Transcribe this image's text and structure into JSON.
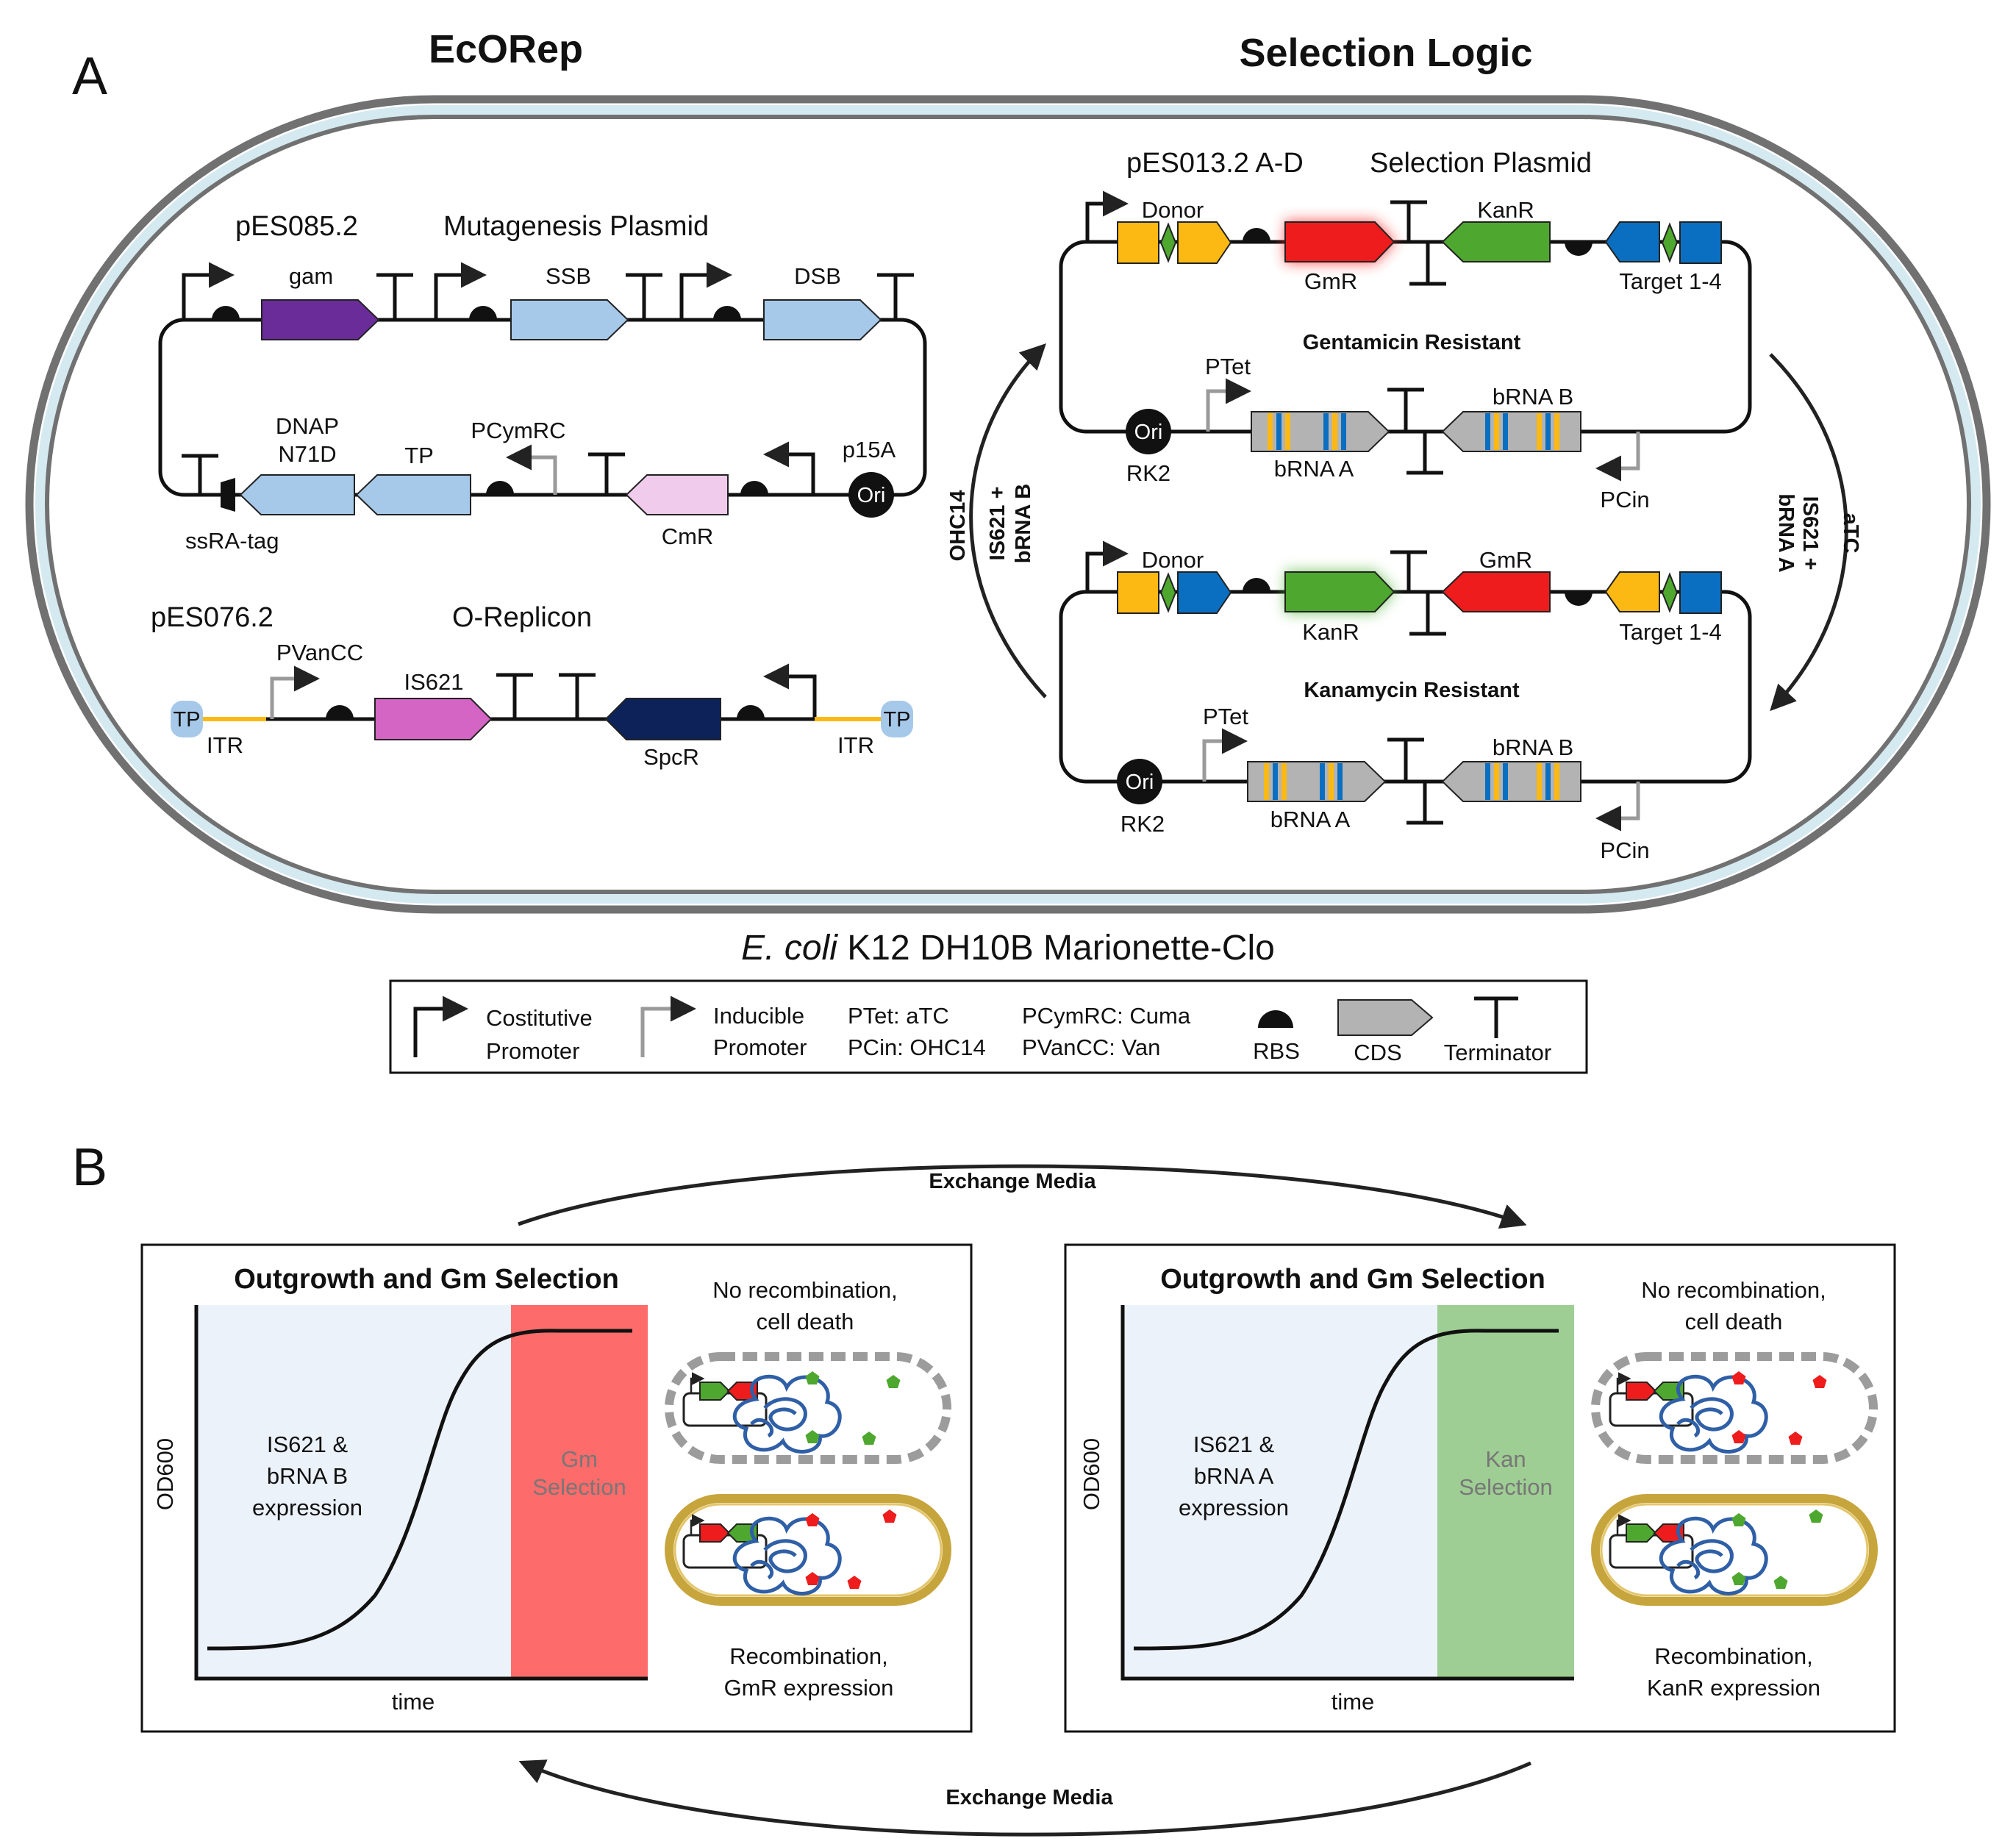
{
  "panels": {
    "a": "A",
    "b": "B"
  },
  "ecorep": {
    "title": "EcORep",
    "chassis": {
      "italic": "E. coli",
      "rest": " K12 DH10B Marionette-Clo"
    },
    "mutagenesis": {
      "name": "pES085.2",
      "title": "Mutagenesis Plasmid",
      "gam": "gam",
      "ssb": "SSB",
      "dsb": "DSB",
      "dnap1": "DNAP",
      "dnap2": "N71D",
      "tp": "TP",
      "pcym": "PCymRC",
      "cmr": "CmR",
      "ssra": "ssRA-tag",
      "p15a": "p15A",
      "ori": "Ori"
    },
    "replicon": {
      "name": "pES076.2",
      "title": "O-Replicon",
      "pvan": "PVanCC",
      "is621": "IS621",
      "spcr": "SpcR",
      "itr_l": "ITR",
      "itr_r": "ITR",
      "tp_l": "TP",
      "tp_r": "TP"
    }
  },
  "selection": {
    "title": "Selection Logic",
    "top": {
      "name": "pES013.2 A-D",
      "title": "Selection Plasmid",
      "donor": "Donor",
      "gmr": "GmR",
      "kanr": "KanR",
      "target": "Target 1-4",
      "status": "Gentamicin Resistant",
      "status_color": "#e31a1c",
      "ptet": "PTet",
      "ori": "Ori",
      "rk2": "RK2",
      "brna_a": "bRNA A",
      "brna_b": "bRNA B",
      "pcin": "PCin"
    },
    "bottom": {
      "donor": "Donor",
      "kanr": "KanR",
      "gmr": "GmR",
      "target": "Target 1-4",
      "status": "Kanamycin Resistant",
      "status_color": "#3a9a32",
      "ptet": "PTet",
      "ori": "Ori",
      "rk2": "RK2",
      "brna_a": "bRNA A",
      "brna_b": "bRNA B",
      "pcin": "PCin"
    },
    "arrows": {
      "left_1": "OHC14",
      "left_2": "IS621 +",
      "left_3": "bRNA B",
      "right_1": "aTC",
      "right_2": "IS621 +",
      "right_3": "bRNA A"
    }
  },
  "legend": {
    "const_1": "Costitutive",
    "const_2": "Promoter",
    "ind_1": "Inducible",
    "ind_2": "Promoter",
    "ind_a": "PTet: aTC",
    "ind_b": "PCin: OHC14",
    "ind_c": "PCymRC: Cuma",
    "ind_d": "PVanCC: Van",
    "rbs": "RBS",
    "cds": "CDS",
    "term": "Terminator"
  },
  "panel_b": {
    "exchange_top": "Exchange Media",
    "exchange_bottom": "Exchange Media",
    "left": {
      "title": "Outgrowth and Gm Selection",
      "ylabel": "OD600",
      "xlabel": "time",
      "expr_1": "IS621 &",
      "expr_2": "bRNA B",
      "expr_3": "expression",
      "sel_1": "Gm",
      "sel_2": "Selection",
      "sel_color": "#fd6b6b",
      "death_1": "No recombination,",
      "death_2": "cell death",
      "rec_1": "Recombination,",
      "rec_2": "GmR expression"
    },
    "right": {
      "title": "Outgrowth and Gm Selection",
      "ylabel": "OD600",
      "xlabel": "time",
      "expr_1": "IS621 &",
      "expr_2": "bRNA A",
      "expr_3": "expression",
      "sel_1": "Kan",
      "sel_2": "Selection",
      "sel_color": "#9fce94",
      "death_1": "No recombination,",
      "death_2": "cell death",
      "rec_1": "Recombination,",
      "rec_2": "KanR expression"
    }
  },
  "colors": {
    "gam": "#6a2c99",
    "ssb": "#a6c9ea",
    "cmr": "#f0cbeb",
    "is621": "#d465c4",
    "spcr": "#0c2259",
    "donor": "#fdb913",
    "target": "#0b6fc1",
    "gmr": "#ee1c1c",
    "kanr": "#4ea72e",
    "itr": "#fdb913",
    "tp_cap": "#a6c9ea"
  }
}
